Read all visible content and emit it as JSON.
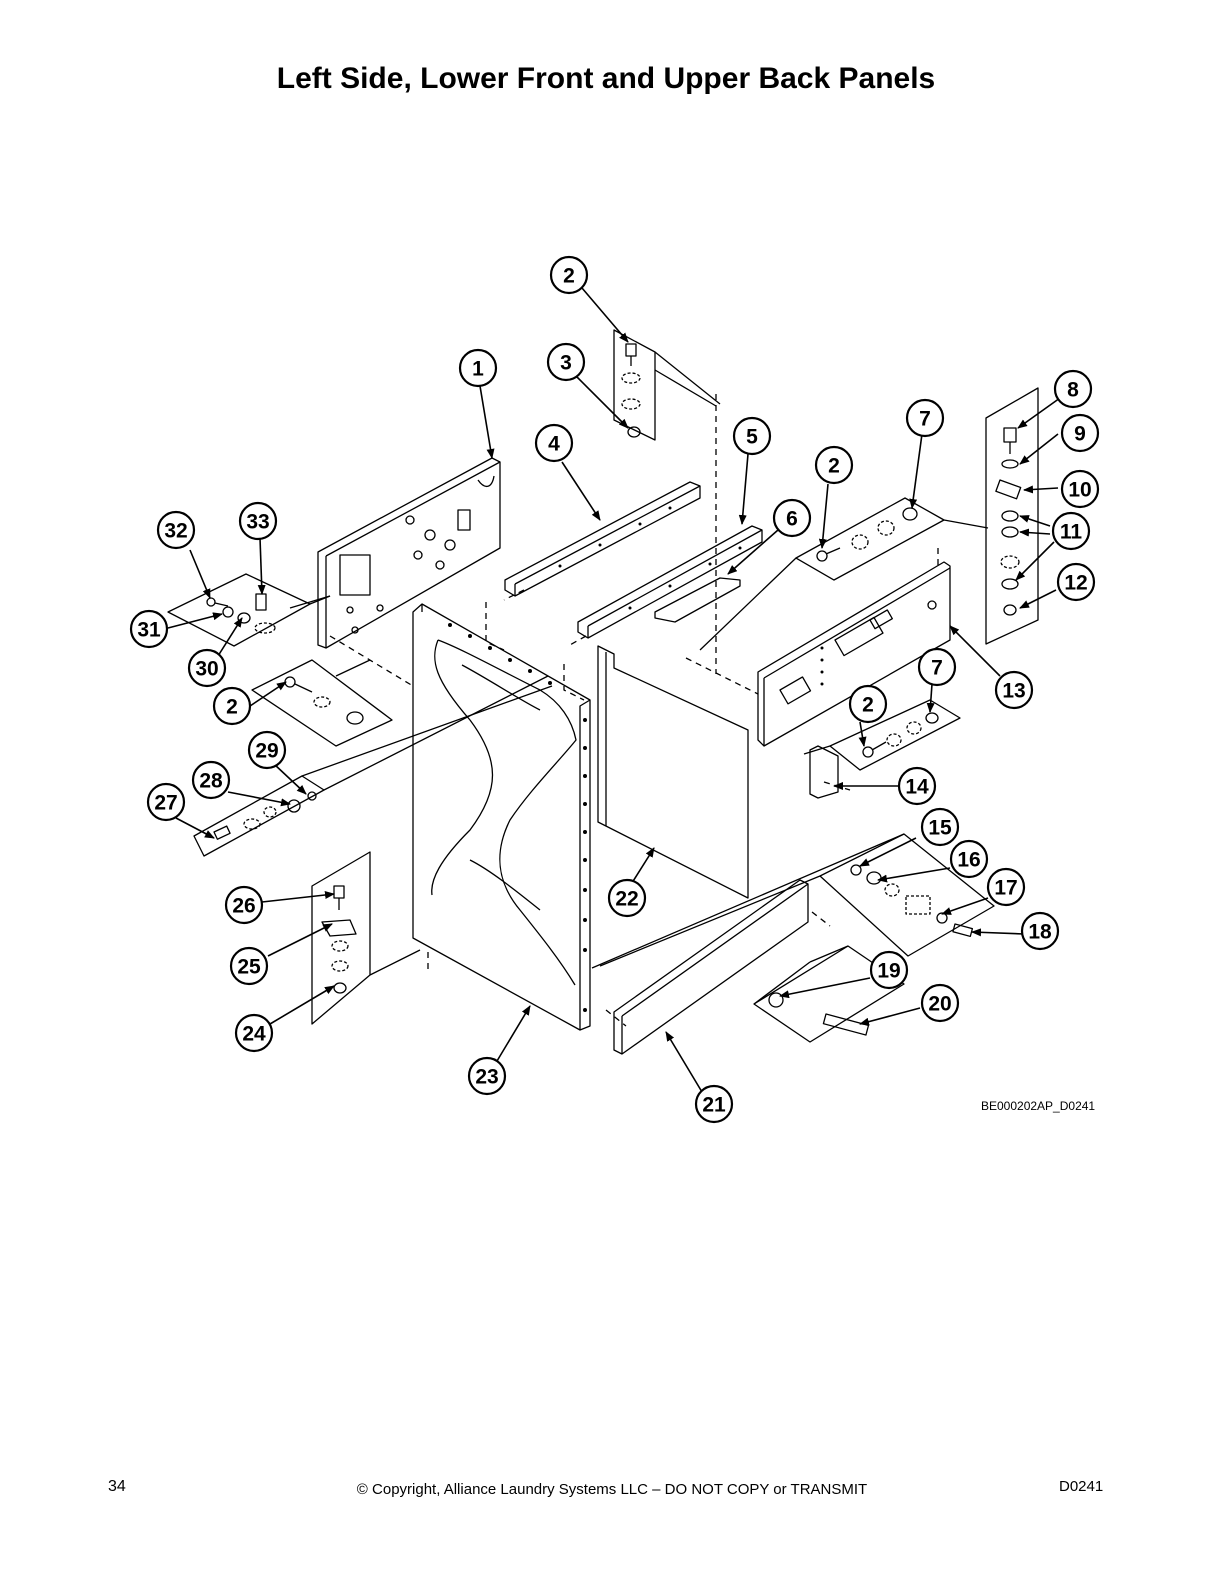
{
  "title": "Left Side, Lower Front and Upper Back Panels",
  "drawing_code": "BE000202AP_D0241",
  "footer": {
    "page_number": "34",
    "copyright": "© Copyright, Alliance Laundry Systems LLC – DO NOT COPY or TRANSMIT",
    "doc_code": "D0241"
  },
  "callouts": [
    "1",
    "2",
    "3",
    "4",
    "5",
    "6",
    "7",
    "8",
    "9",
    "10",
    "11",
    "12",
    "13",
    "14",
    "15",
    "16",
    "17",
    "18",
    "19",
    "20",
    "21",
    "22",
    "23",
    "24",
    "25",
    "26",
    "27",
    "28",
    "29",
    "30",
    "31",
    "32",
    "33"
  ]
}
